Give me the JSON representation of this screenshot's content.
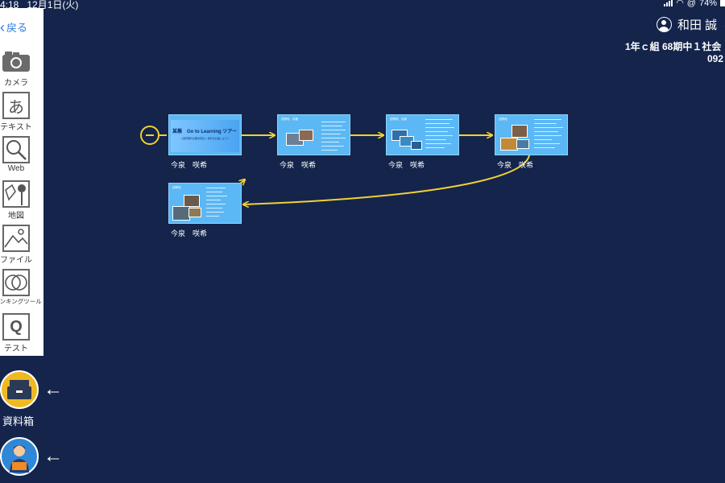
{
  "status": {
    "time": "4:18",
    "date": "12月1日(火)",
    "battery": "74%"
  },
  "user": {
    "name": "和田 誠",
    "class_info": "1年ｃ組 68期中１社会",
    "code": "092"
  },
  "sidebar": {
    "back_label": "戻る",
    "tools": [
      {
        "label": "カメラ",
        "icon": "camera-icon"
      },
      {
        "label": "テキスト",
        "icon": "text-hiragana-icon",
        "glyph": "あ"
      },
      {
        "label": "Web",
        "icon": "magnifier-icon"
      },
      {
        "label": "地図",
        "icon": "map-pin-icon"
      },
      {
        "label": "ファイル",
        "icon": "image-file-icon"
      },
      {
        "label": "シンキングツール",
        "icon": "venn-diagram-icon"
      },
      {
        "label": "テスト",
        "icon": "test-q-icon",
        "glyph": "Q"
      }
    ]
  },
  "bottom": {
    "materials_label": "資料箱",
    "materials_icon": "inbox-tray-icon",
    "teacher_icon": "teacher-avatar-icon"
  },
  "cards": [
    {
      "caption": "今泉　咲希",
      "title": "某懸　Go to Learning ツアー",
      "subtitle": "〜室町時代の都市周辺へ 旅行を計画しよう〜"
    },
    {
      "caption": "今泉　咲希",
      "head": "訪問地　京都"
    },
    {
      "caption": "今泉　咲希",
      "head": "訪問地　京都"
    },
    {
      "caption": "今泉　咲希",
      "head": "訪問地"
    },
    {
      "caption": "今泉　咲希",
      "head": "訪問地"
    }
  ],
  "colors": {
    "background": "#14244b",
    "card": "#5bb8f5",
    "connector": "#f2d230",
    "materials_button": "#f0b922",
    "teacher_button": "#2f87d8",
    "back_link": "#2b7de0"
  }
}
